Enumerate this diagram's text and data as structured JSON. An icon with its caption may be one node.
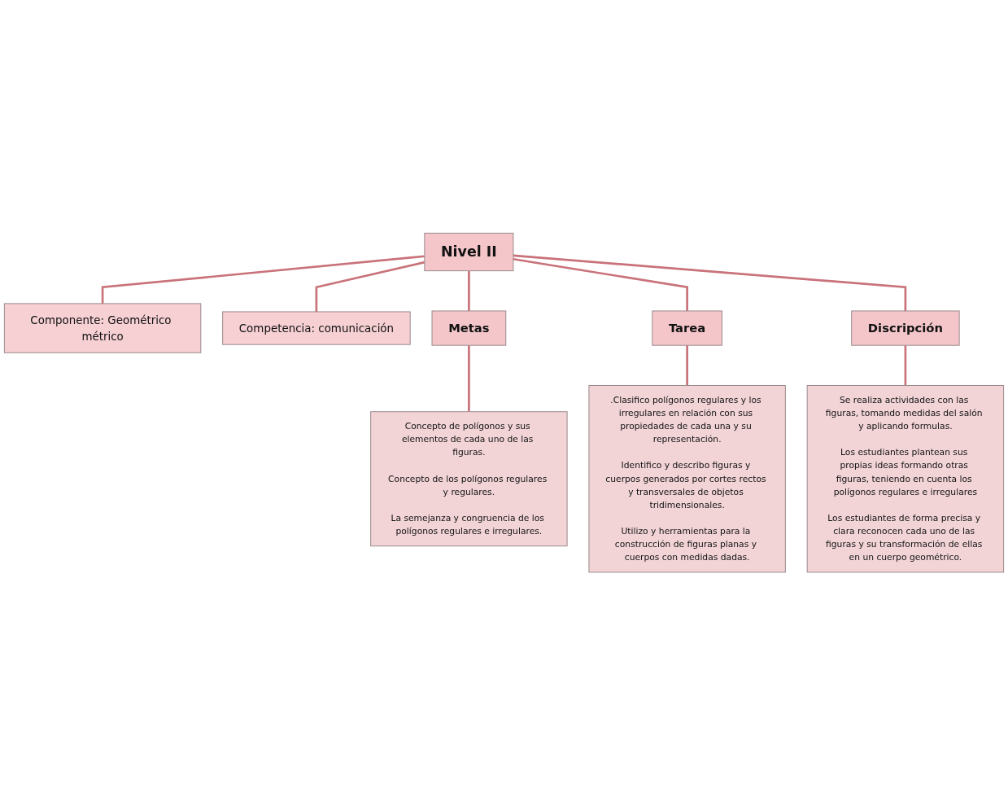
{
  "diagram": {
    "nodes": [
      {
        "text": [
          "Nivel II"
        ]
      },
      {
        "text": [
          "Componente: Geométrico métrico"
        ]
      },
      {
        "text": [
          "Competencia: comunicación"
        ]
      },
      {
        "text": [
          "Metas"
        ]
      },
      {
        "text": [
          "Tarea"
        ]
      },
      {
        "text": [
          "Discripción"
        ]
      },
      {
        "text": [
          "Concepto de polígonos y sus elementos de cada uno de las figuras.",
          "Concepto de los polígonos regulares y regulares.",
          "La semejanza y congruencia de los polígonos regulares e irregulares."
        ]
      },
      {
        "text": [
          ".Clasifico polígonos regulares y los irregulares en relación con sus propiedades de cada una y su representación.",
          "Identifico y describo figuras y cuerpos generados por cortes rectos y transversales de objetos tridimensionales.",
          "Utilizo y herramientas para la construcción de figuras planas y cuerpos con medidas dadas."
        ]
      },
      {
        "text": [
          "Se realiza actividades con las figuras, tomando medidas del salón y aplicando formulas.",
          "Los estudiantes plantean sus propias ideas formando otras figuras, teniendo en cuenta los polígonos regulares e irregulares",
          "Los estudiantes de forma precisa y clara reconocen cada uno de las figuras y su transformación de ellas en un cuerpo geométrico."
        ]
      }
    ],
    "edges": [
      {
        "from": 0,
        "to": 1,
        "arrow": "none"
      },
      {
        "from": 0,
        "to": 2,
        "arrow": "none"
      },
      {
        "from": 0,
        "to": 3,
        "arrow": "none"
      },
      {
        "from": 0,
        "to": 4,
        "arrow": "none"
      },
      {
        "from": 0,
        "to": 5,
        "arrow": "none"
      },
      {
        "from": 3,
        "to": 6,
        "arrow": "none"
      },
      {
        "from": 4,
        "to": 7,
        "arrow": "none"
      },
      {
        "from": 5,
        "to": 8,
        "arrow": "none"
      }
    ]
  }
}
